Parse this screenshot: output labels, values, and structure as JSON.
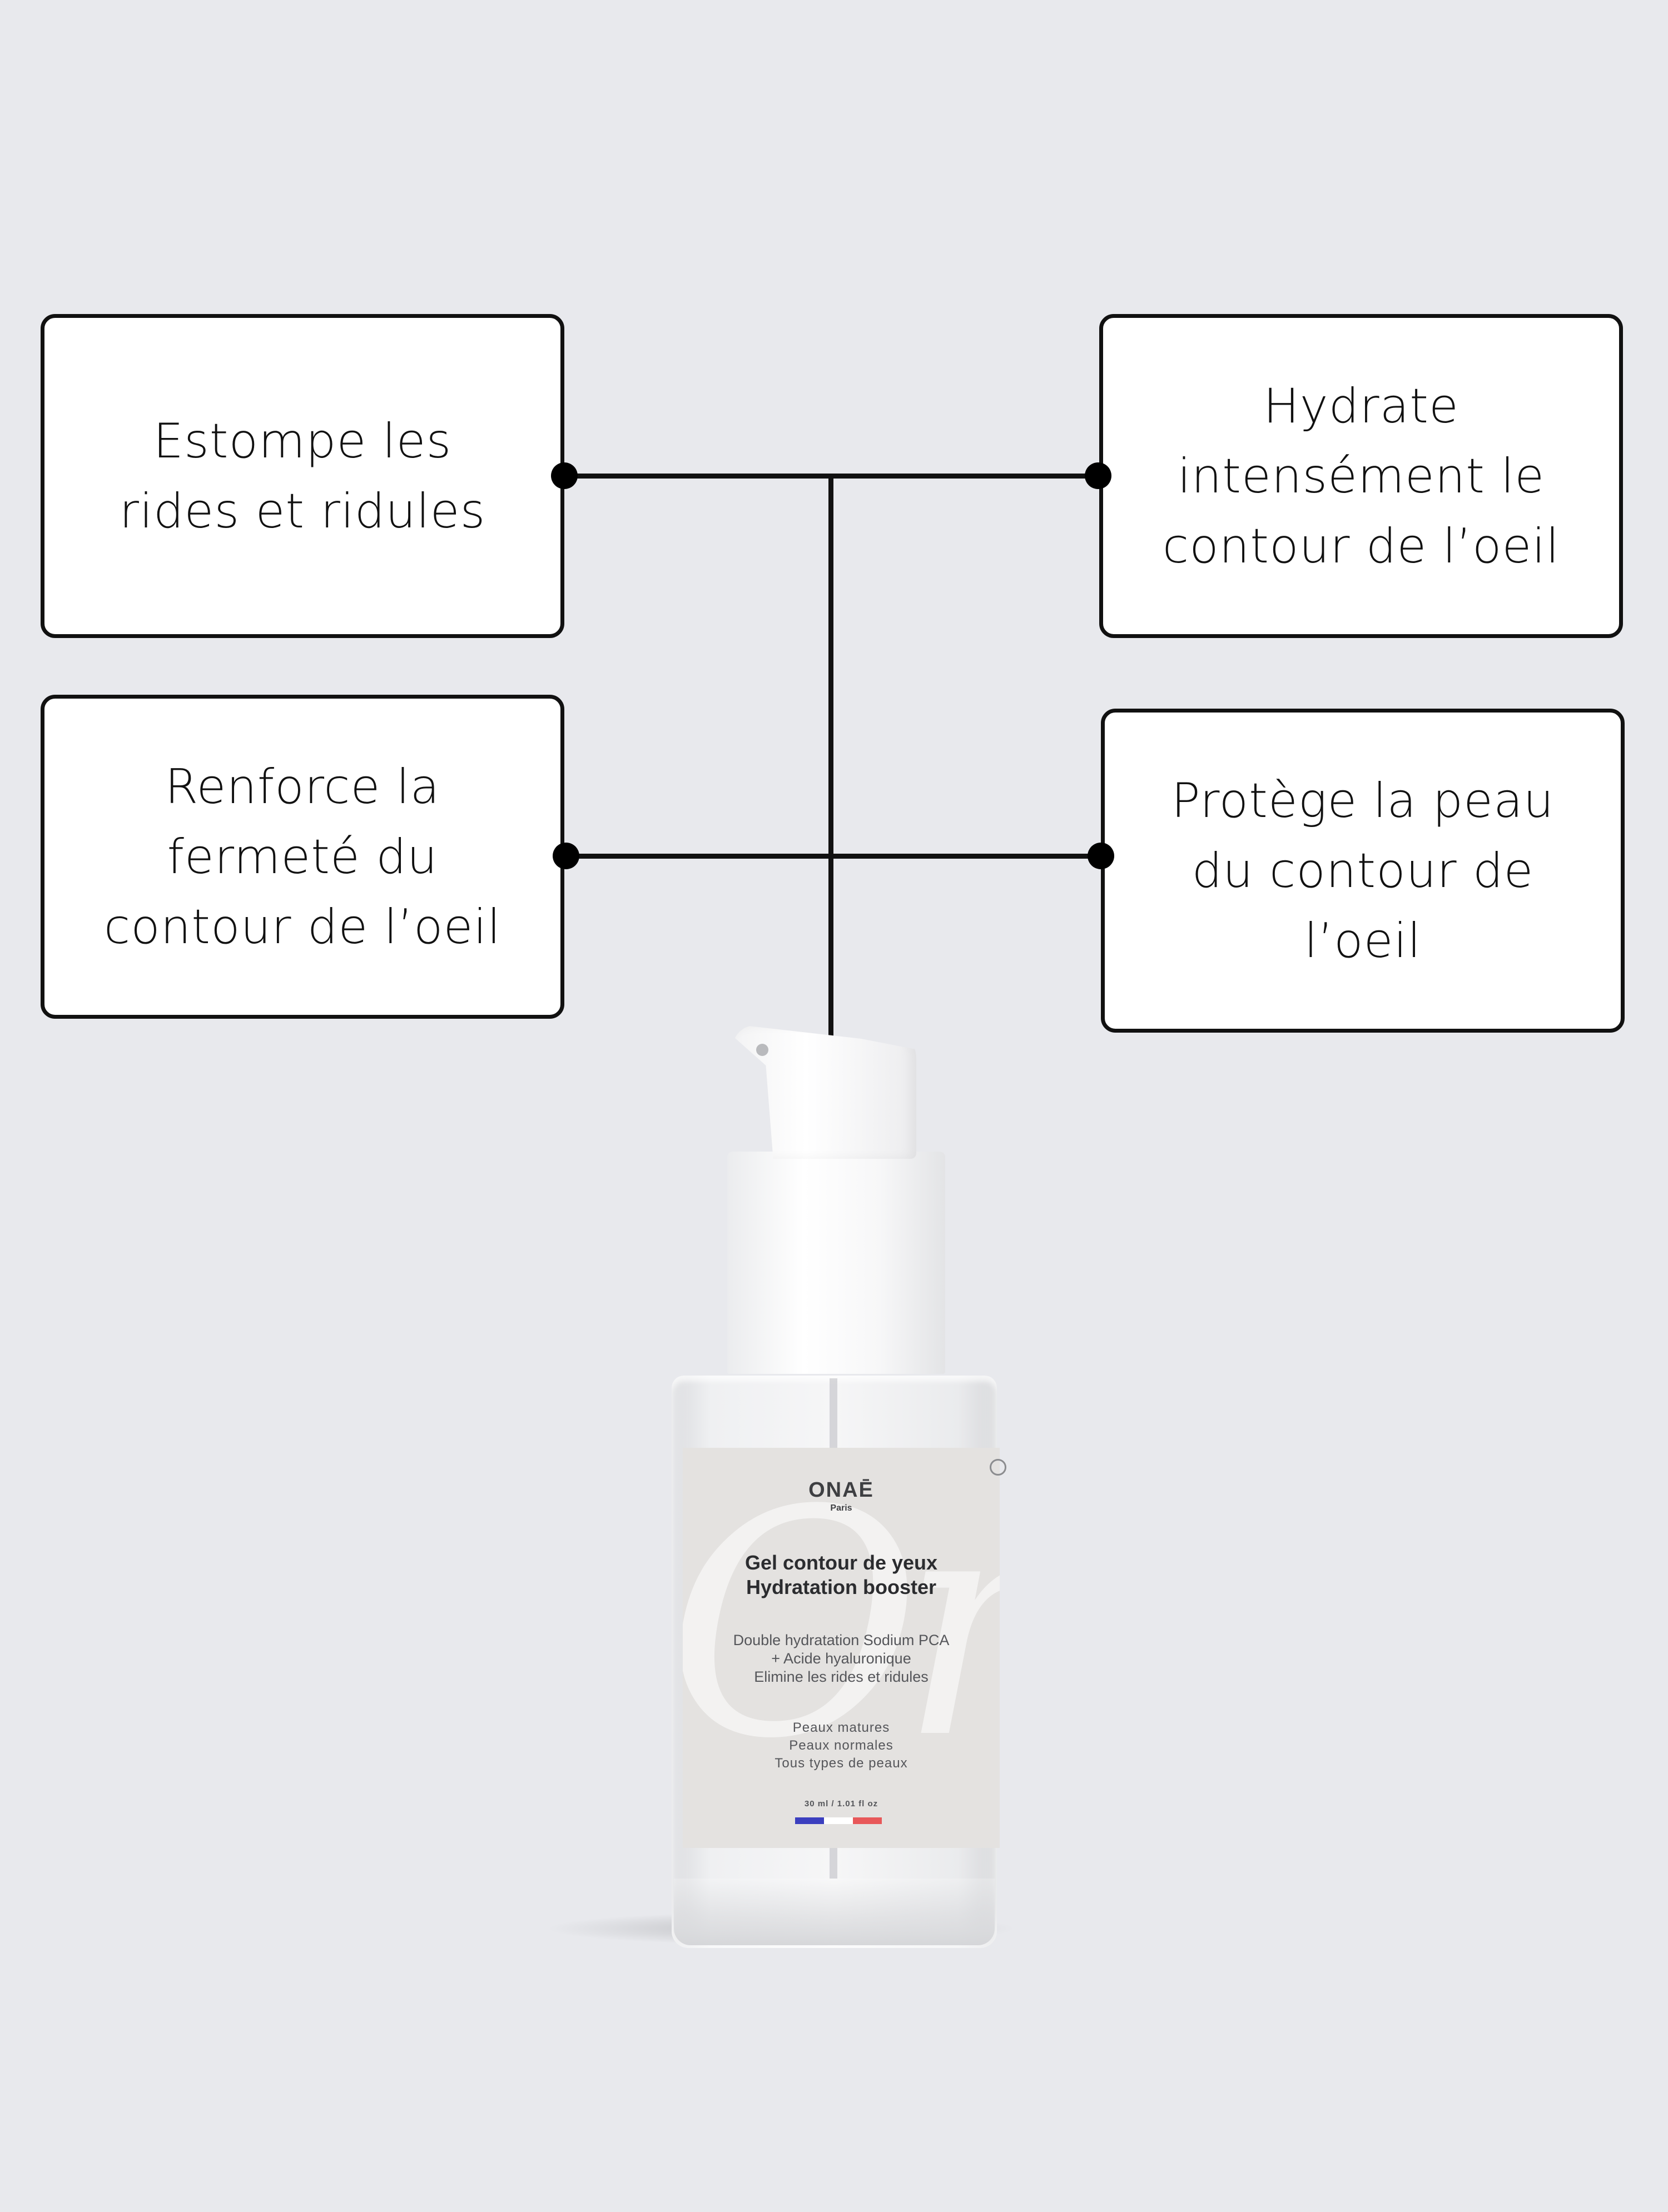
{
  "benefits": {
    "top_left": "Estompe les\nrides et ridules",
    "top_right": "Hydrate\nintensément le\ncontour de l’oeil",
    "bottom_left": "Renforce la\nfermeté du\ncontour de l’oeil",
    "bottom_right": "Protège la peau\ndu contour de\nl’oeil"
  },
  "product": {
    "brand": "ONAĒ",
    "city": "Paris",
    "title": "Gel contour de yeux\nHydratation booster",
    "description": "Double hydratation Sodium PCA\n+ Acide hyaluronique\nElimine les rides et ridules",
    "skin_types": "Peaux matures\nPeaux normales\nTous types de peaux",
    "volume": "30 ml / 1.01 fl oz",
    "flag_colors": [
      "#3b3fbf",
      "#ffffff",
      "#e8585a"
    ]
  },
  "colors": {
    "background": "#e8e9ed",
    "box_border": "#111111",
    "connector": "#111111"
  }
}
